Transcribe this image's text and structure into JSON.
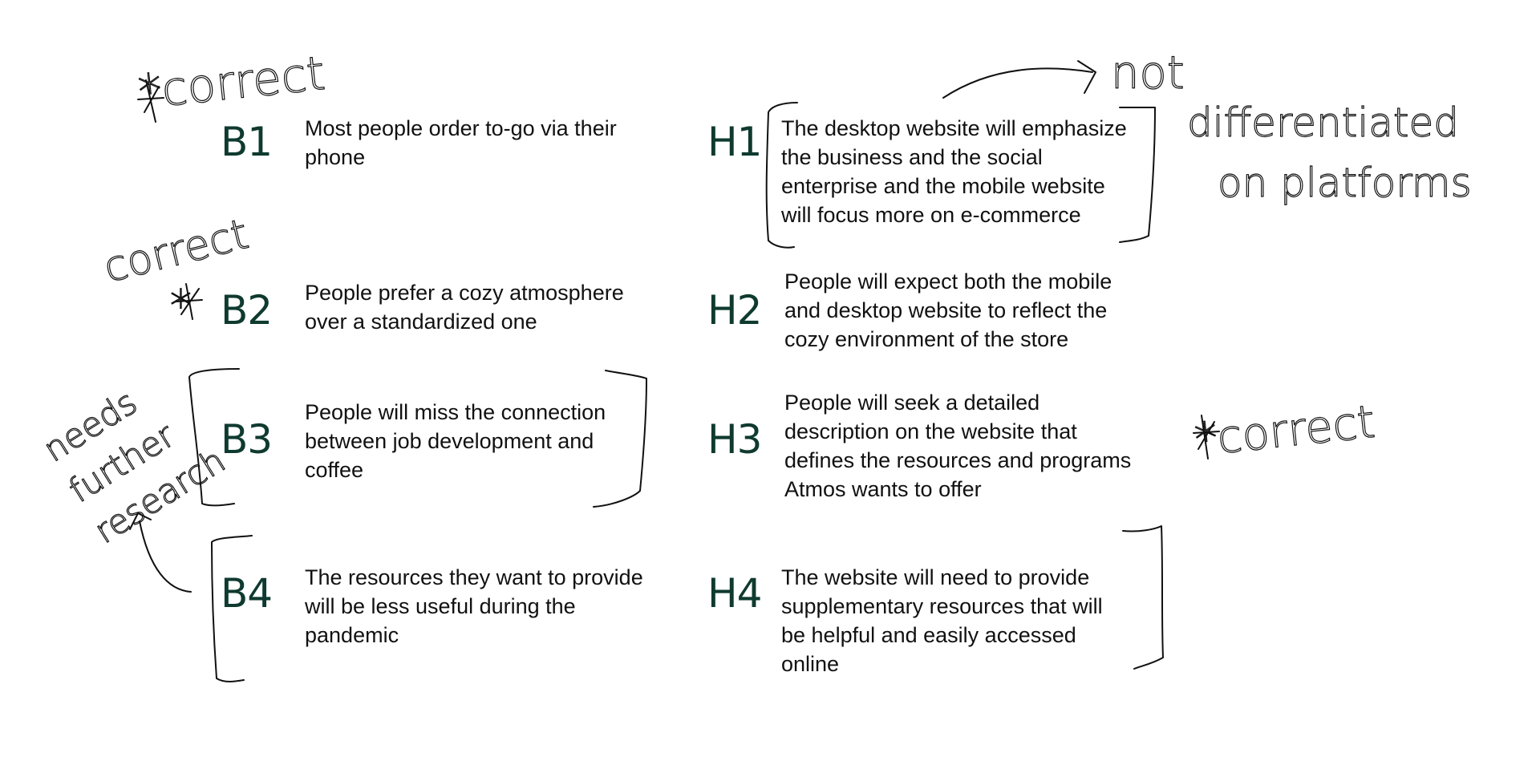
{
  "beliefs": [
    {
      "label": "B1",
      "lines": [
        "Most people order to-go via their",
        "phone"
      ]
    },
    {
      "label": "B2",
      "lines": [
        "People prefer a cozy atmosphere",
        "over a standardized one"
      ]
    },
    {
      "label": "B3",
      "lines": [
        "People will miss the connection",
        "between job development and",
        "coffee"
      ]
    },
    {
      "label": "B4",
      "lines": [
        "The resources they want to provide",
        "will be less useful during the",
        "pandemic"
      ]
    }
  ],
  "hypotheses": [
    {
      "label": "H1",
      "lines": [
        "The desktop website will emphasize",
        "the business and the social",
        "enterprise and the mobile website",
        "will focus more on e-commerce"
      ]
    },
    {
      "label": "H2",
      "lines": [
        "People will expect both the mobile",
        "and desktop website to reflect the",
        "cozy environment of the store"
      ]
    },
    {
      "label": "H3",
      "lines": [
        "People will seek a detailed",
        "description on the website that",
        "defines the resources and programs",
        "Atmos wants to offer"
      ]
    },
    {
      "label": "H4",
      "lines": [
        "The website will need to provide",
        "supplementary resources that will",
        "be helpful and easily accessed",
        "online"
      ]
    }
  ],
  "annotations": {
    "b1_note": "*correct",
    "b2_note": "correct",
    "b2_star": "*",
    "b3_note_line1": "needs",
    "b3_note_line2": "further",
    "b3_note_line3": "research",
    "h1_note_line1": "not",
    "h1_note_line2": "differentiated",
    "h1_note_line3": "on platforms",
    "h3_note": "*correct"
  },
  "colors": {
    "label": "#0f3a2f",
    "text": "#111111",
    "ink": "#111111"
  }
}
